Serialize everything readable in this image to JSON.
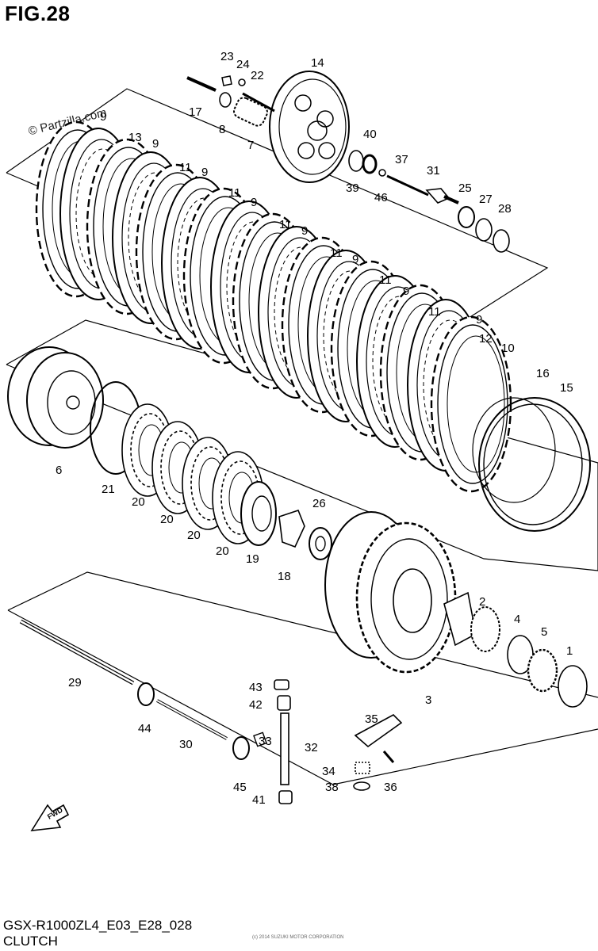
{
  "header": {
    "figure": "FIG.28"
  },
  "watermark": "© Partzilla.com",
  "footer": {
    "model_code": "GSX-R1000ZL4_E03_E28_028",
    "title": "CLUTCH",
    "fine_print": "(c) 2014 SUZUKI MOTOR CORPORATION"
  },
  "fwd_label": "FWD",
  "callouts": [
    "23",
    "24",
    "22",
    "14",
    "17",
    "8",
    "7",
    "9",
    "13",
    "9",
    "11",
    "9",
    "11",
    "9",
    "11",
    "9",
    "11",
    "9",
    "11",
    "9",
    "11",
    "9",
    "40",
    "39",
    "46",
    "37",
    "31",
    "25",
    "27",
    "28",
    "12",
    "10",
    "16",
    "15",
    "6",
    "21",
    "20",
    "20",
    "20",
    "20",
    "19",
    "26",
    "18",
    "2",
    "4",
    "5",
    "1",
    "29",
    "3",
    "43",
    "42",
    "44",
    "30",
    "33",
    "32",
    "35",
    "45",
    "41",
    "34",
    "38",
    "36"
  ]
}
